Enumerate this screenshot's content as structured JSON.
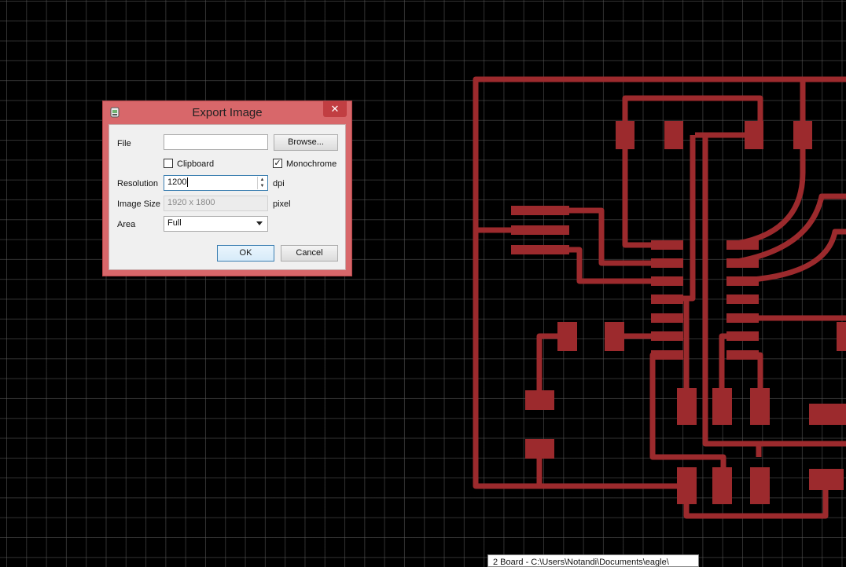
{
  "dialog": {
    "title": "Export Image",
    "close_glyph": "✕",
    "file_label": "File",
    "file_value": "",
    "browse_label": "Browse...",
    "clipboard_label": "Clipboard",
    "clipboard_checked": false,
    "monochrome_label": "Monochrome",
    "monochrome_checked": true,
    "check_glyph": "✓",
    "resolution_label": "Resolution",
    "resolution_value": "1200",
    "resolution_unit": "dpi",
    "image_size_label": "Image Size",
    "image_size_value": "1920 x 1800",
    "image_size_unit": "pixel",
    "area_label": "Area",
    "area_value": "Full",
    "ok_label": "OK",
    "cancel_label": "Cancel"
  },
  "status": {
    "text": "2 Board - C:\\Users\\Notandi\\Documents\\eagle\\"
  },
  "colors": {
    "trace": "#9c2a2d",
    "background": "#000000",
    "grid": "#5a5a5a",
    "dialog_frame": "#d8676a",
    "close_button": "#c13e42"
  },
  "icons": {
    "app": "eagle-app-icon",
    "close": "close-icon",
    "dropdown": "chevron-down-icon",
    "spinner": "spinner-arrows-icon"
  }
}
